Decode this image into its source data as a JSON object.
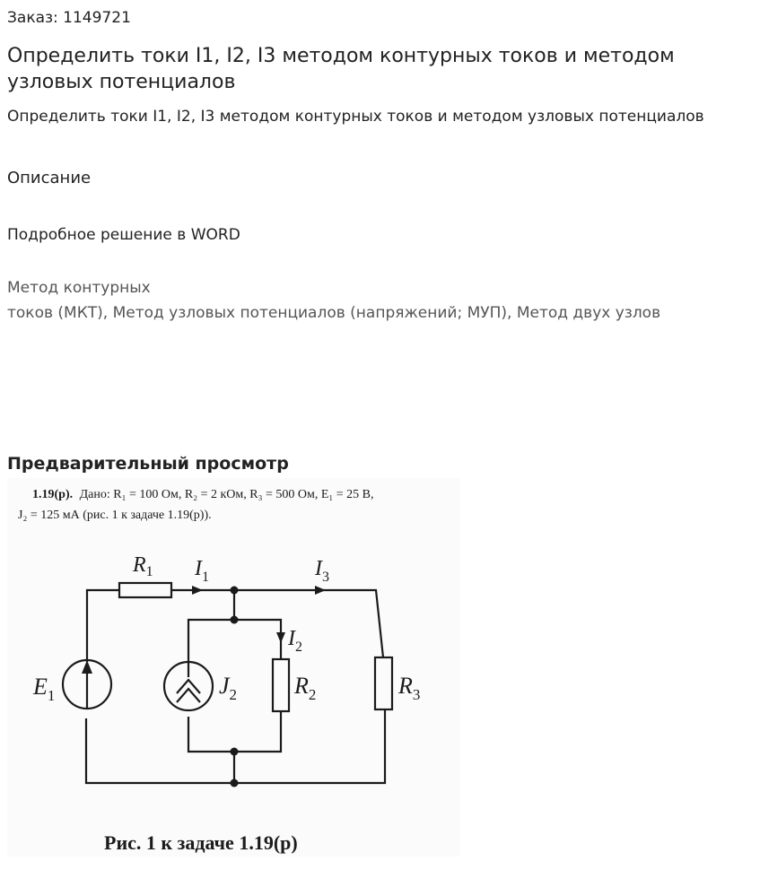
{
  "order": {
    "label": "Заказ: 1149721"
  },
  "product": {
    "title": "Определить токи I1, I2, I3 методом контурных токов и методом узловых потенциалов",
    "subtitle": "Определить токи I1, I2, I3 методом контурных токов и методом узловых потенциалов"
  },
  "description": {
    "heading": "Описание",
    "detail": "Подробное решение в WORD",
    "tags_line1": "Метод контурных",
    "tags_line2": "токов (МКТ), Метод узловых потенциалов (напряжений; МУП), Метод двух узлов"
  },
  "preview": {
    "heading": "Предварительный просмотр",
    "problem_number": "1.19(р).",
    "given_line1": "Дано: R₁ = 100 Ом, R₂ = 2 кОм, R₃ = 500 Ом, E₁ = 25 В,",
    "given_line2": "J₂ = 125 мА (рис. 1 к задаче 1.19(р)).",
    "caption": "Рис. 1 к задаче 1.19(р)",
    "labels": {
      "r1": "R",
      "r1_sub": "1",
      "i1": "I",
      "i1_sub": "1",
      "i3": "I",
      "i3_sub": "3",
      "i2": "I",
      "i2_sub": "2",
      "e1": "E",
      "e1_sub": "1",
      "j2": "J",
      "j2_sub": "2",
      "r2": "R",
      "r2_sub": "2",
      "r3": "R",
      "r3_sub": "3"
    }
  }
}
